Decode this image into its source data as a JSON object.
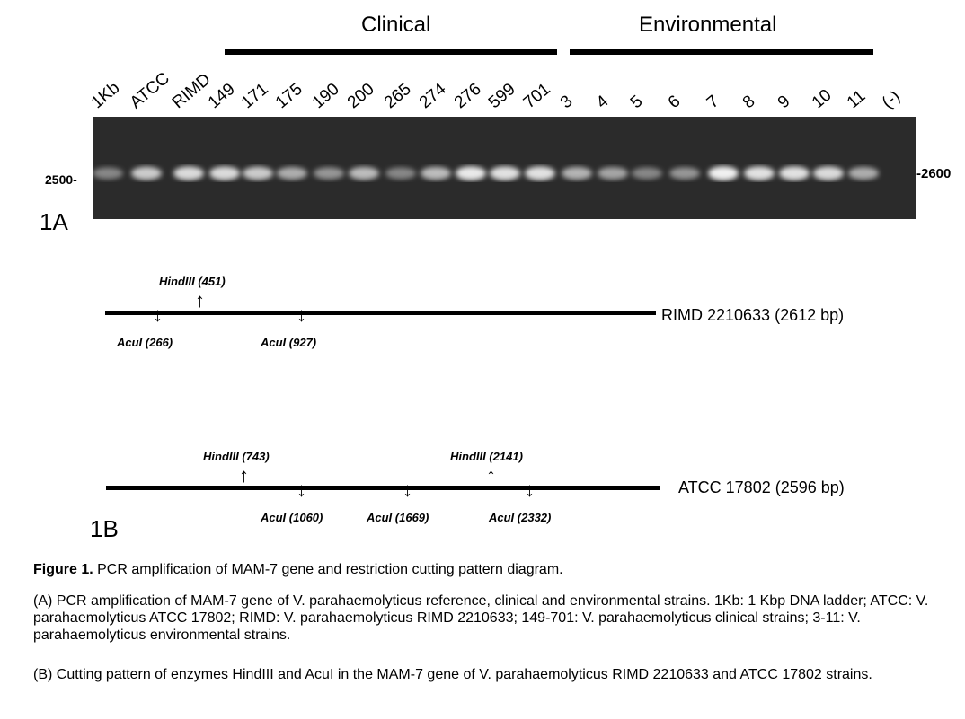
{
  "panel_a": {
    "id": "1A",
    "groups": [
      {
        "label": "Clinical"
      },
      {
        "label": "Environmental"
      }
    ],
    "marker_left": "2500-",
    "marker_right": "-2600",
    "lanes": [
      {
        "label": "1Kb",
        "band": 0.3
      },
      {
        "label": "ATCC",
        "band": 0.75
      },
      {
        "label": "RIMD",
        "band": 0.85
      },
      {
        "label": "149",
        "band": 0.85
      },
      {
        "label": "171",
        "band": 0.75
      },
      {
        "label": "175",
        "band": 0.55
      },
      {
        "label": "190",
        "band": 0.4
      },
      {
        "label": "200",
        "band": 0.65
      },
      {
        "label": "265",
        "band": 0.3
      },
      {
        "label": "274",
        "band": 0.65
      },
      {
        "label": "276",
        "band": 0.95
      },
      {
        "label": "599",
        "band": 0.9
      },
      {
        "label": "701",
        "band": 0.9
      },
      {
        "label": "3",
        "band": 0.6
      },
      {
        "label": "4",
        "band": 0.5
      },
      {
        "label": "5",
        "band": 0.3
      },
      {
        "label": "6",
        "band": 0.4
      },
      {
        "label": "7",
        "band": 1.0
      },
      {
        "label": "8",
        "band": 0.9
      },
      {
        "label": "9",
        "band": 0.9
      },
      {
        "label": "10",
        "band": 0.85
      },
      {
        "label": "11",
        "band": 0.55
      },
      {
        "label": "(-)",
        "band": 0
      }
    ]
  },
  "panel_b": {
    "id": "1B",
    "maps": [
      {
        "strain": "RIMD 2210633 (2612 bp)",
        "length": 2612,
        "sites": [
          {
            "label": "AcuI (266)",
            "pos": 266,
            "dir": "down"
          },
          {
            "label": "HindIII (451)",
            "pos": 451,
            "dir": "up"
          },
          {
            "label": "AcuI (927)",
            "pos": 927,
            "dir": "down"
          }
        ]
      },
      {
        "strain": "ATCC 17802 (2596 bp)",
        "length": 2596,
        "sites": [
          {
            "label": "HindIII (743)",
            "pos": 743,
            "dir": "up"
          },
          {
            "label": "AcuI (1060)",
            "pos": 1060,
            "dir": "down"
          },
          {
            "label": "AcuI (1669)",
            "pos": 1669,
            "dir": "down"
          },
          {
            "label": "HindIII (2141)",
            "pos": 2141,
            "dir": "up"
          },
          {
            "label": "AcuI (2332)",
            "pos": 2332,
            "dir": "down"
          }
        ]
      }
    ]
  },
  "caption": {
    "title_bold": "Figure 1.",
    "title_rest": " PCR amplification of MAM-7 gene and restriction cutting pattern diagram.",
    "para_a": "(A) PCR amplification of MAM-7 gene of V. parahaemolyticus reference, clinical and environmental strains. 1Kb: 1 Kbp DNA ladder; ATCC: V. parahaemolyticus ATCC 17802; RIMD: V. parahaemolyticus RIMD 2210633; 149-701: V. parahaemolyticus clinical strains; 3-11: V. parahaemolyticus environmental strains.",
    "para_b": "(B) Cutting pattern of enzymes HindIII and AcuI in the MAM-7 gene of V. parahaemolyticus RIMD 2210633 and ATCC 17802 strains."
  }
}
